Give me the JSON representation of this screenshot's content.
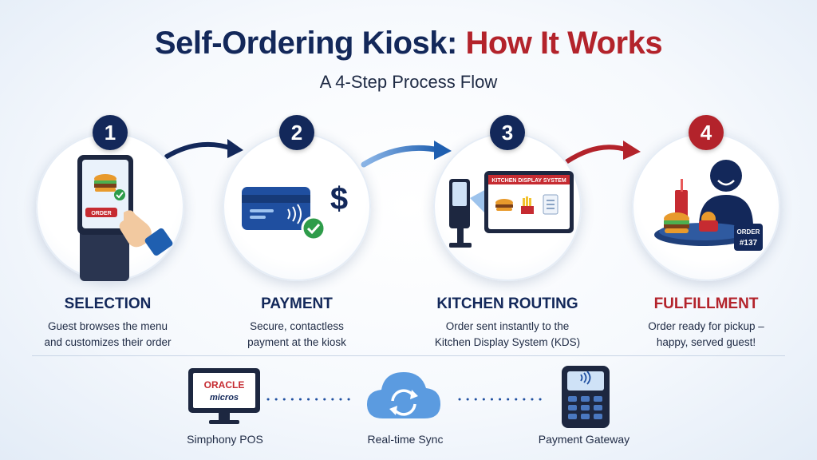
{
  "title": {
    "main": "Self-Ordering Kiosk:",
    "highlight": "How It Works"
  },
  "subtitle": "A 4-Step Process Flow",
  "steps": [
    {
      "number": "1",
      "title": "SELECTION",
      "desc_line1": "Guest browses the menu",
      "desc_line2": "and customizes their order",
      "screen_button": "ORDER"
    },
    {
      "number": "2",
      "title": "PAYMENT",
      "desc_line1": "Secure, contactless",
      "desc_line2": "payment at the kiosk",
      "symbol": "$"
    },
    {
      "number": "3",
      "title": "KITCHEN ROUTING",
      "desc_line1": "Order sent instantly to the",
      "desc_line2": "Kitchen Display System (KDS)",
      "screen_header": "KITCHEN DISPLAY SYSTEM"
    },
    {
      "number": "4",
      "title": "FULFILLMENT",
      "desc_line1": "Order ready for pickup –",
      "desc_line2": "happy, served guest!",
      "ticket_line1": "ORDER",
      "ticket_line2": "#137"
    }
  ],
  "integrations": [
    {
      "label": "Simphony POS",
      "logo_line1": "ORACLE",
      "logo_line2": "micros",
      "icon": "pos-monitor-icon"
    },
    {
      "label": "Real-time Sync",
      "icon": "cloud-sync-icon"
    },
    {
      "label": "Payment Gateway",
      "icon": "payment-terminal-icon"
    }
  ],
  "colors": {
    "navy": "#13285a",
    "red": "#b3232b",
    "blue": "#2f6fc4",
    "light_blue": "#5b9be0"
  }
}
